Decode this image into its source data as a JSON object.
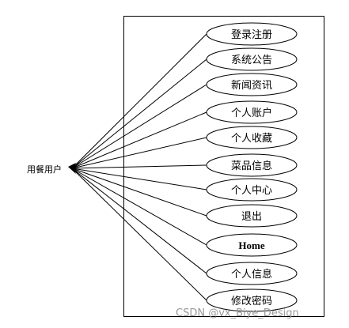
{
  "actor": {
    "label": "用餐用户"
  },
  "use_cases": [
    {
      "label": "登录注册"
    },
    {
      "label": "系统公告"
    },
    {
      "label": "新闻资讯"
    },
    {
      "label": "个人账户"
    },
    {
      "label": "个人收藏"
    },
    {
      "label": "菜品信息"
    },
    {
      "label": "个人中心"
    },
    {
      "label": "退出"
    },
    {
      "label": "Home"
    },
    {
      "label": "个人信息"
    },
    {
      "label": "修改密码"
    }
  ],
  "watermark": "CSDN @vx_Biye_Design",
  "colors": {
    "line": "#000000",
    "fill": "#ffffff",
    "watermark": "#9a9a9a"
  }
}
